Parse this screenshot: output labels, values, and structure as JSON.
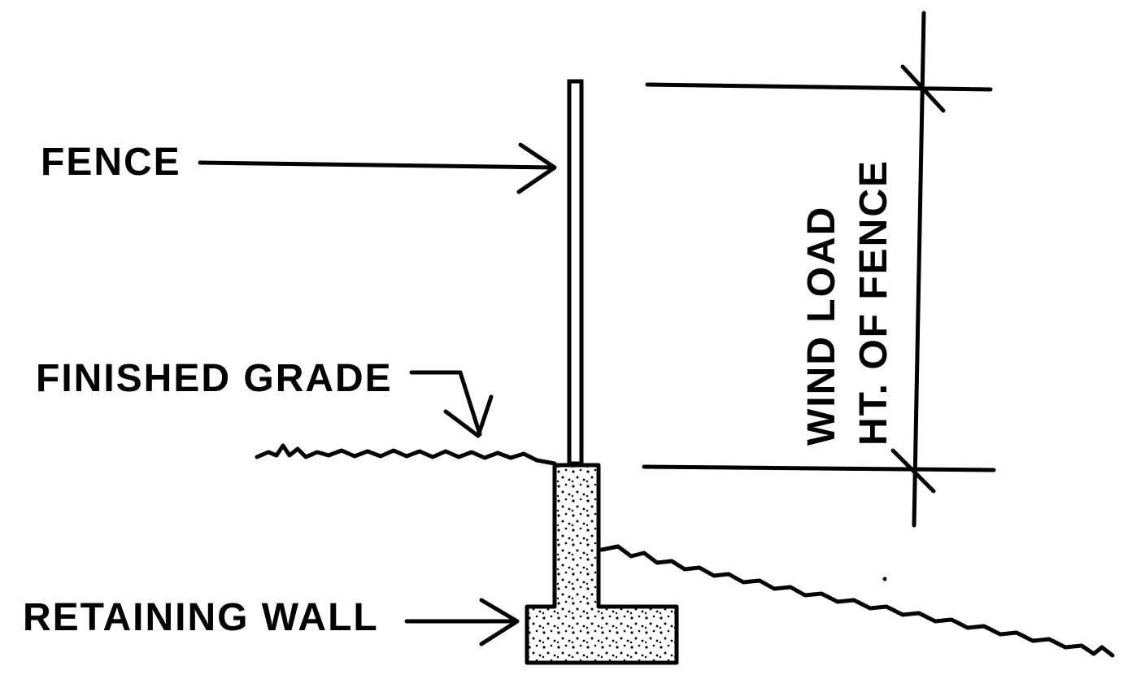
{
  "labels": {
    "fence": "FENCE",
    "finished_grade": "FINISHED GRADE",
    "retaining_wall": "RETAINING WALL",
    "wind_load": "WIND LOAD",
    "ht_of_fence": "HT. OF FENCE"
  },
  "colors": {
    "ink": "#000000",
    "paper": "#ffffff"
  }
}
